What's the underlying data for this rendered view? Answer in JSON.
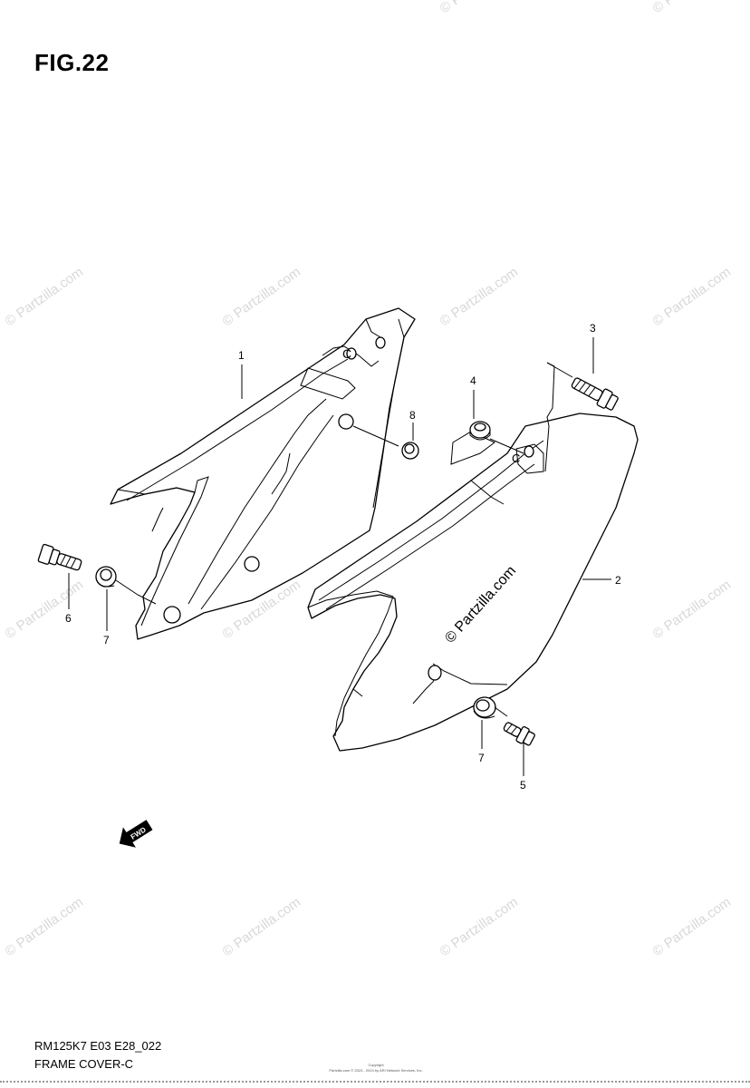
{
  "figure_label": "FIG.22",
  "footer": {
    "code": "RM125K7 E03 E28_022",
    "name": "FRAME COVER-C"
  },
  "copyright": {
    "line1": "Copyright",
    "line2": "Partzilla.com © 2023 - 2024 by ARI Network Services, Inc."
  },
  "watermark_text": "© Partzilla.com",
  "forward_arrow_label": "FWD",
  "callouts": {
    "c1": "1",
    "c2": "2",
    "c3": "3",
    "c4": "4",
    "c5": "5",
    "c6": "6",
    "c7a": "7",
    "c7b": "7",
    "c8": "8"
  }
}
